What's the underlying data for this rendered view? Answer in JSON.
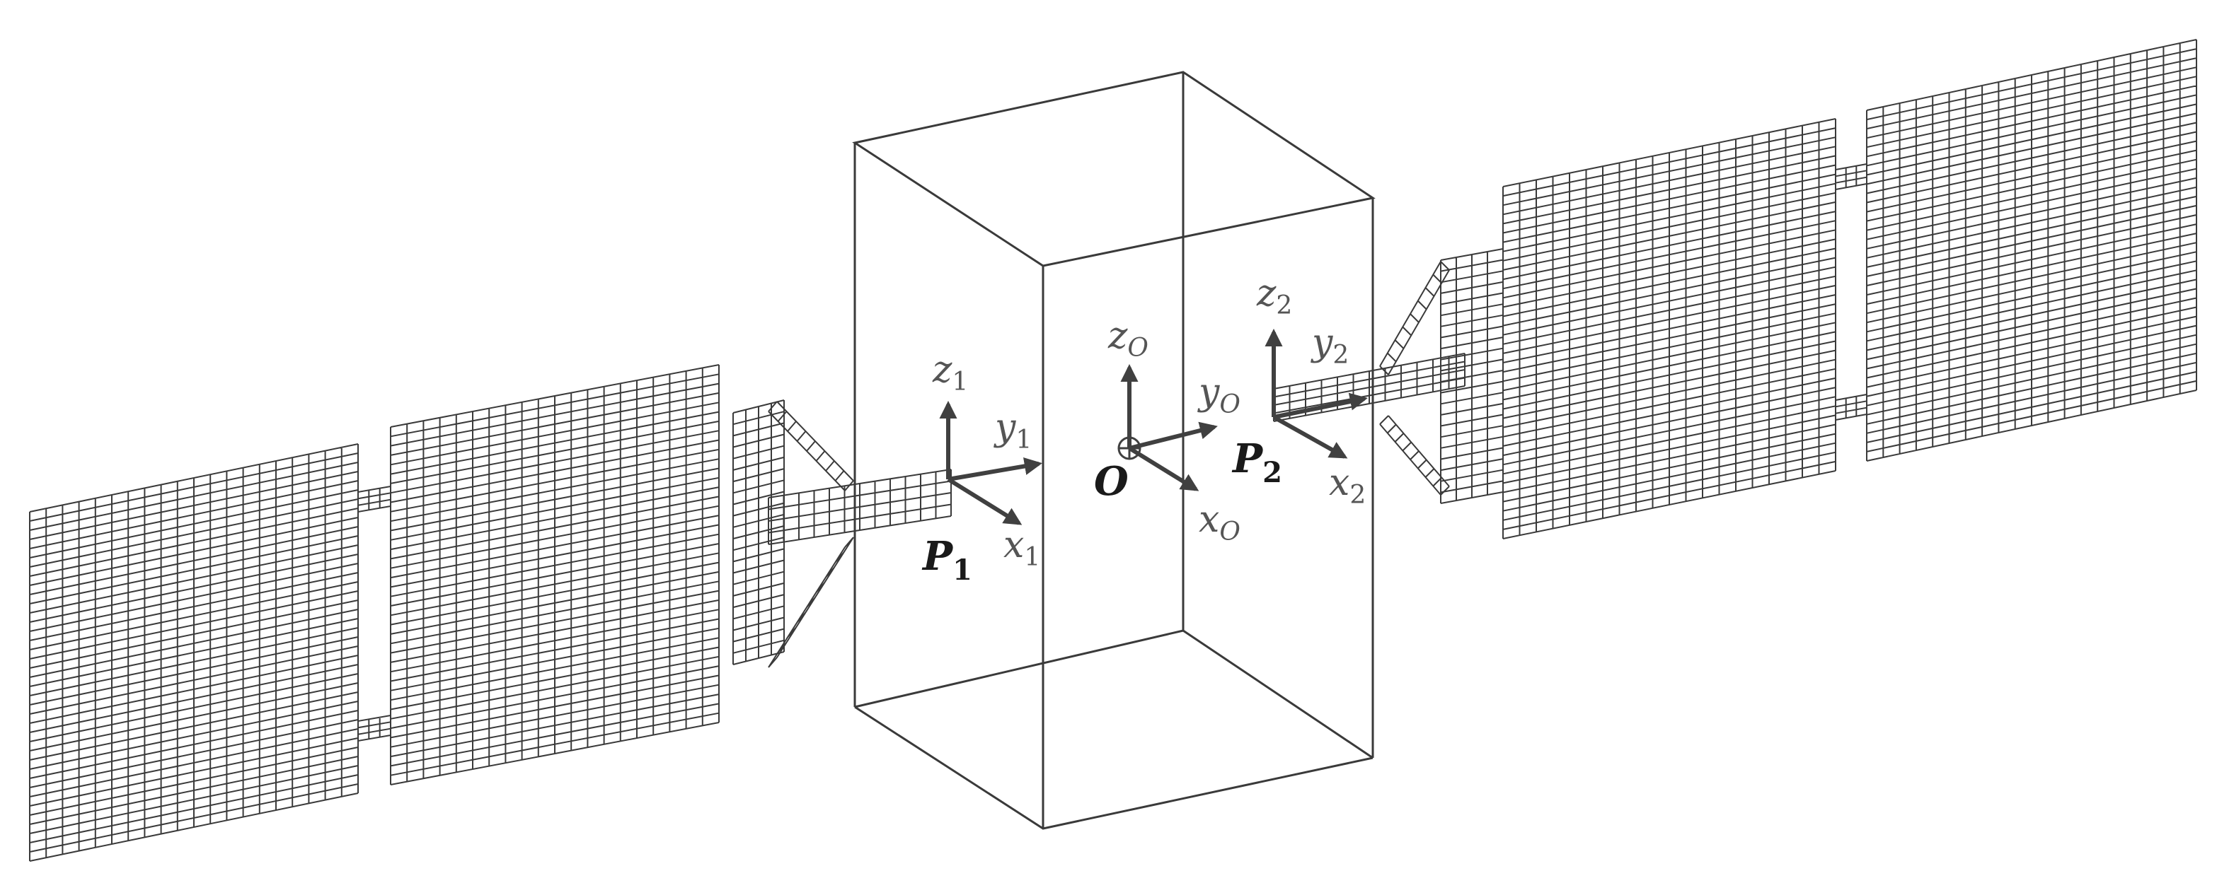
{
  "figure": {
    "origin": {
      "label": "O"
    },
    "frames": {
      "body": {
        "x": {
          "base": "x",
          "sub": "O"
        },
        "y": {
          "base": "y",
          "sub": "O"
        },
        "z": {
          "base": "z",
          "sub": "O"
        }
      },
      "p1": {
        "point": {
          "base": "P",
          "sub": "1"
        },
        "x": {
          "base": "x",
          "sub": "1"
        },
        "y": {
          "base": "y",
          "sub": "1"
        },
        "z": {
          "base": "z",
          "sub": "1"
        }
      },
      "p2": {
        "point": {
          "base": "P",
          "sub": "2"
        },
        "x": {
          "base": "x",
          "sub": "2"
        },
        "y": {
          "base": "y",
          "sub": "2"
        },
        "z": {
          "base": "z",
          "sub": "2"
        }
      }
    },
    "colors": {
      "wire": "#3a3a3a",
      "arrow": "#404040",
      "label": "#555555",
      "point_label": "#1a1a1a"
    }
  }
}
